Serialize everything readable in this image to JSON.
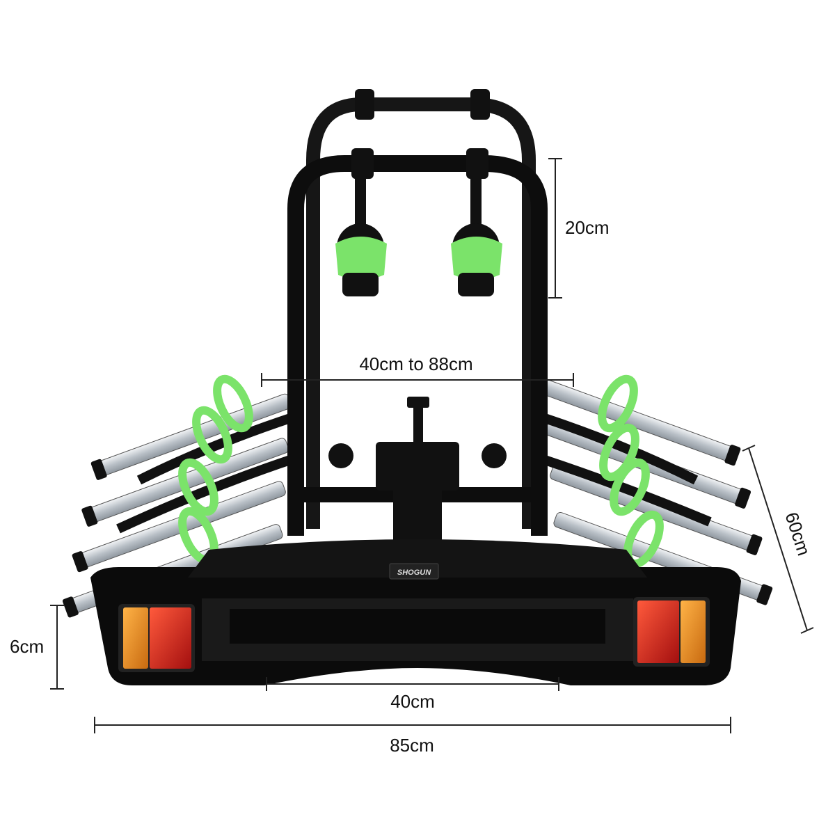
{
  "product": {
    "brand_text": "SHOGUN",
    "colors": {
      "frame": "#0d0d0d",
      "accent_green": "#7be36a",
      "aluminium": "#c9cfd4",
      "lamp_red": "#c81e1e",
      "lamp_amber": "#e8901a"
    }
  },
  "dimensions": {
    "arm_height": "20cm",
    "arm_spread": "40cm to 88cm",
    "depth": "60cm",
    "base_height": "6cm",
    "inner_width": "40cm",
    "total_width": "85cm"
  }
}
